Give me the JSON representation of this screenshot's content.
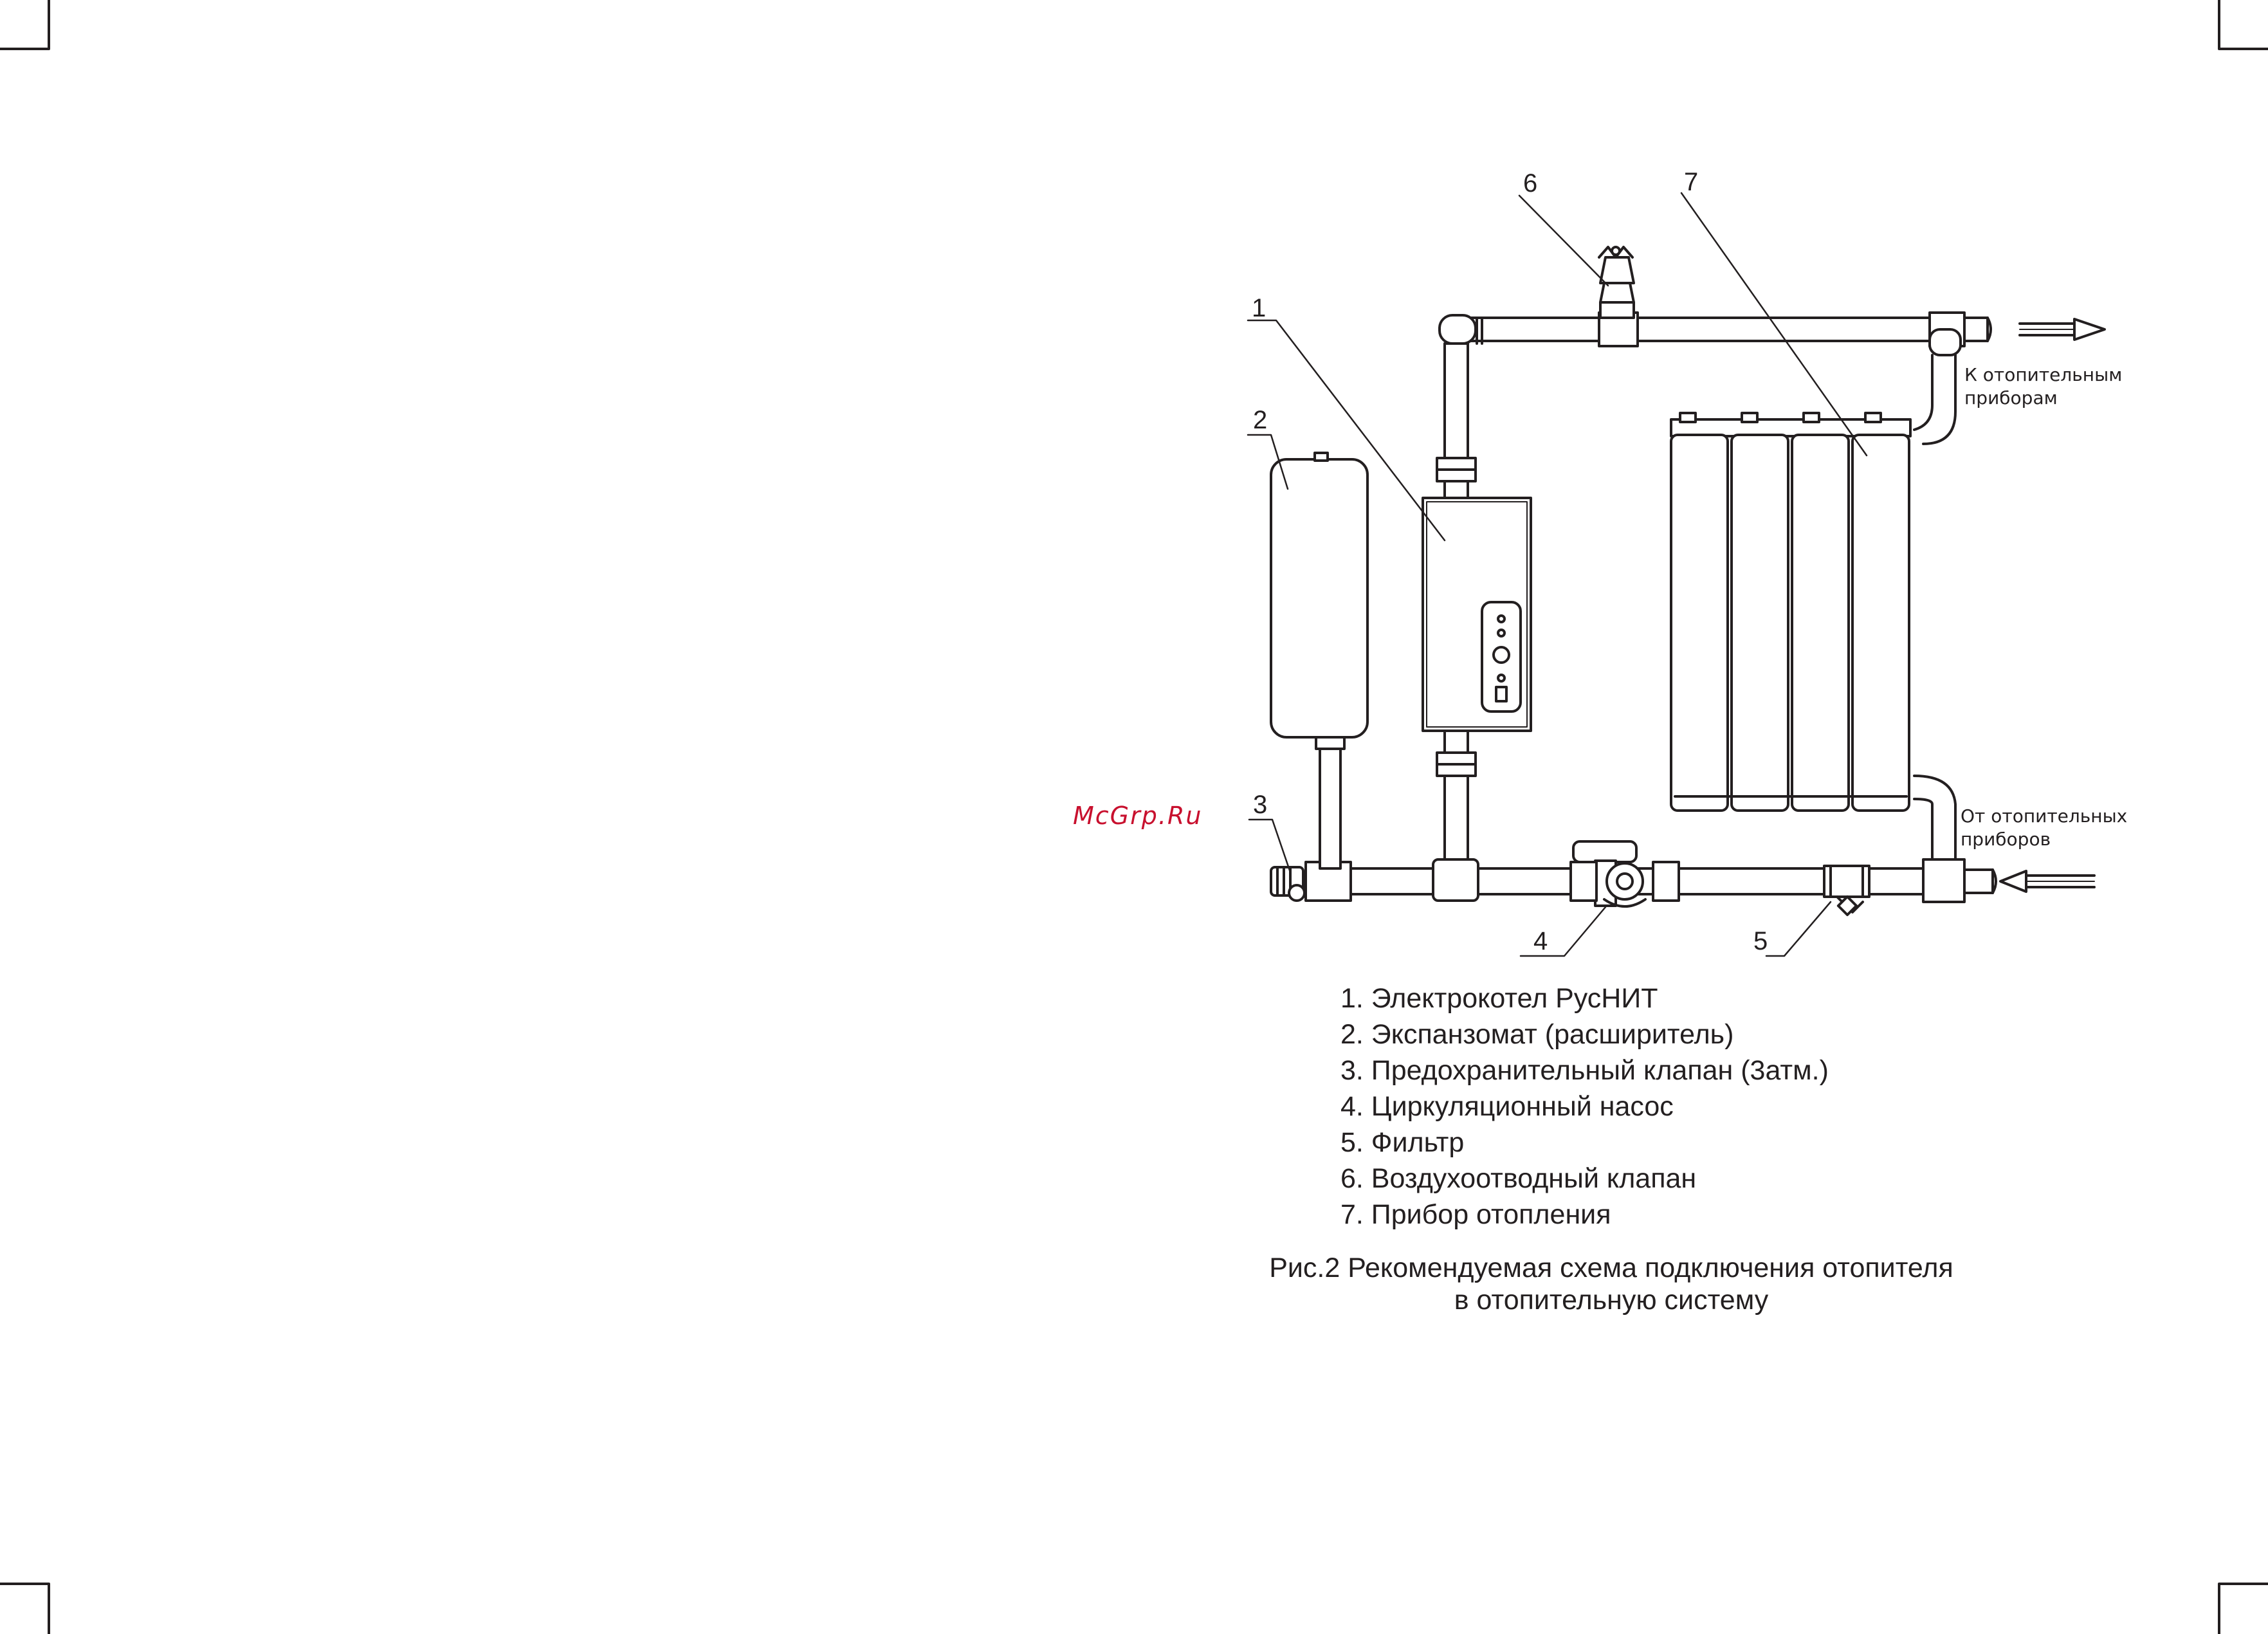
{
  "watermark": "McGrp.Ru",
  "callouts": {
    "boiler": "1",
    "expansion_tank": "2",
    "safety_valve": "3",
    "pump": "4",
    "filter": "5",
    "air_vent": "6",
    "radiator": "7"
  },
  "flow_labels": {
    "supply_line1": "К отопительным",
    "supply_line2": "приборам",
    "return_line1": "От отопительных",
    "return_line2": "приборов"
  },
  "legend": [
    "1. Электрокотел РусНИТ",
    "2. Экспанзомат (расширитель)",
    "3. Предохранительный клапан (3атм.)",
    "4. Циркуляционный насос",
    "5. Фильтр",
    "6. Воздухоотводный клапан",
    "7. Прибор отопления"
  ],
  "caption": {
    "line1": "Рис.2 Рекомендуемая схема подключения отопителя",
    "line2": "в отопительную систему"
  }
}
